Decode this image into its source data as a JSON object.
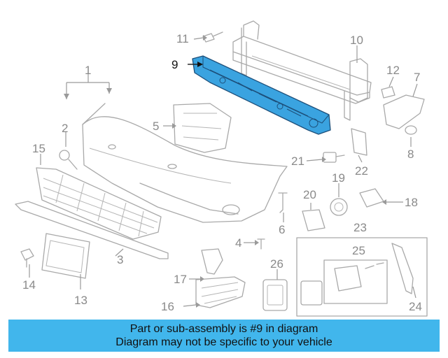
{
  "callouts": {
    "c1": "1",
    "c2": "2",
    "c3": "3",
    "c4": "4",
    "c5": "5",
    "c6": "6",
    "c7": "7",
    "c8": "8",
    "c9": "9",
    "c10": "10",
    "c11": "11",
    "c12": "12",
    "c13": "13",
    "c14": "14",
    "c15": "15",
    "c16": "16",
    "c17": "17",
    "c18": "18",
    "c19": "19",
    "c20": "20",
    "c21": "21",
    "c22": "22",
    "c23": "23",
    "c24": "24",
    "c25": "25",
    "c26": "26"
  },
  "highlighted_part": "9",
  "colors": {
    "highlight_fill": "#3aa3e0",
    "highlight_stroke": "#1d4f7a",
    "line_art": "#a9a9a9",
    "banner_bg": "#41b6ec"
  },
  "banner": {
    "line1": "Part or sub-assembly is #9 in diagram",
    "line2": "Diagram may not be specific to your vehicle"
  }
}
